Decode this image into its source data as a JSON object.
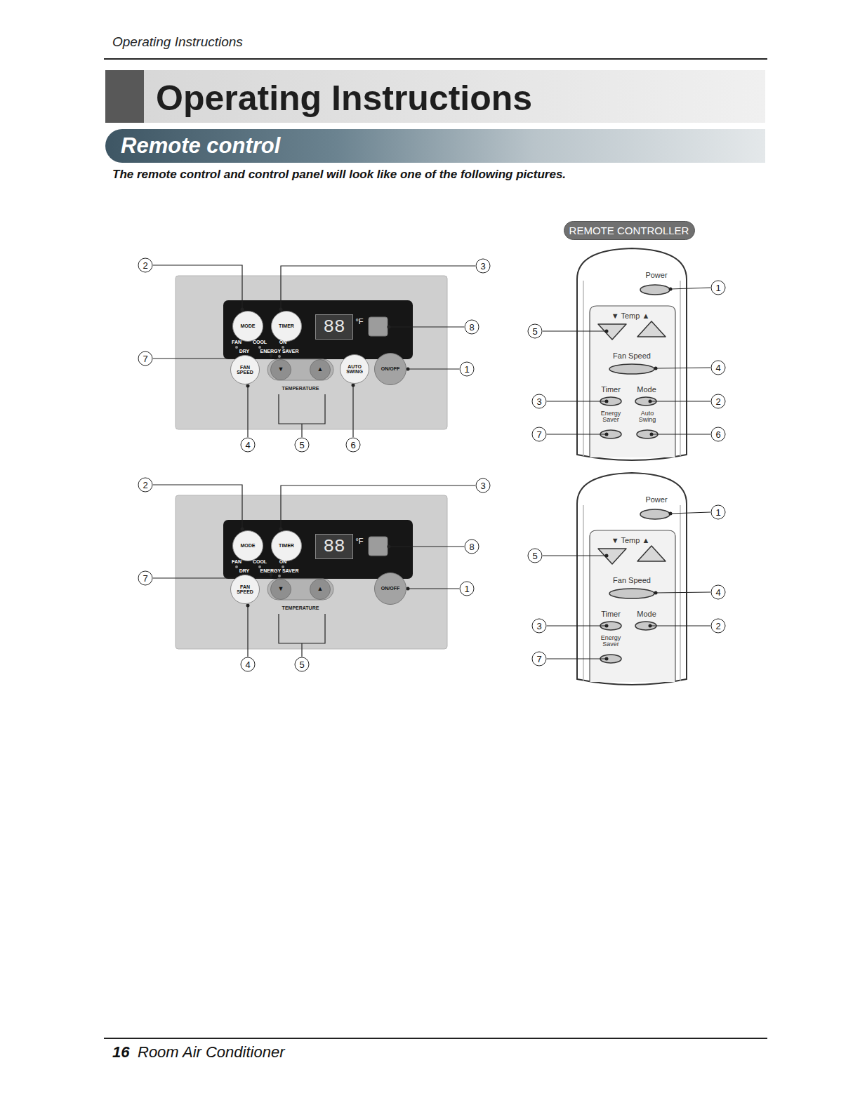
{
  "diagram": {
    "title": "Operating Instructions",
    "nodes": [
      {
        "text": [
          "Remote control"
        ]
      },
      {
        "text": [
          "REMOTE CONTROLLER"
        ]
      },
      {
        "text": [
          "MODE"
        ]
      },
      {
        "text": [
          "TIMER"
        ]
      },
      {
        "text": [
          "88"
        ]
      },
      {
        "text": [
          "FAN SPEED"
        ]
      },
      {
        "text": [
          "▼"
        ]
      },
      {
        "text": [
          "▲"
        ]
      },
      {
        "text": [
          "AUTO SWING"
        ]
      },
      {
        "text": [
          "ON/OFF"
        ]
      },
      {
        "text": [
          "MODE"
        ]
      },
      {
        "text": [
          "TIMER"
        ]
      },
      {
        "text": [
          "88"
        ]
      },
      {
        "text": [
          "FAN SPEED"
        ]
      },
      {
        "text": [
          "▼"
        ]
      },
      {
        "text": [
          "▲"
        ]
      },
      {
        "text": [
          "ON/OFF"
        ]
      }
    ],
    "labels": [
      "Operating Instructions",
      "The remote control and control panel will look like one of the following pictures.",
      "2",
      "3",
      "°F",
      "8",
      "FAN",
      "COOL",
      "ON",
      "DRY",
      "ENERGY SAVER",
      "7",
      "1",
      "TEMPERATURE",
      "4",
      "5",
      "6",
      "2",
      "3",
      "°F",
      "8",
      "FAN",
      "COOL",
      "ON",
      "DRY",
      "ENERGY SAVER",
      "7",
      "1",
      "TEMPERATURE",
      "4",
      "5",
      "Power",
      "1",
      "▼ Temp ▲",
      "5",
      "Fan Speed",
      "4",
      "Timer",
      "Mode",
      "3",
      "2",
      "Energy Saver",
      "Auto Swing",
      "7",
      "6",
      "Power",
      "1",
      "▼ Temp ▲",
      "5",
      "Fan Speed",
      "4",
      "Timer",
      "Mode",
      "3",
      "2",
      "Energy Saver",
      "7",
      "16",
      "Room Air Conditioner"
    ]
  }
}
